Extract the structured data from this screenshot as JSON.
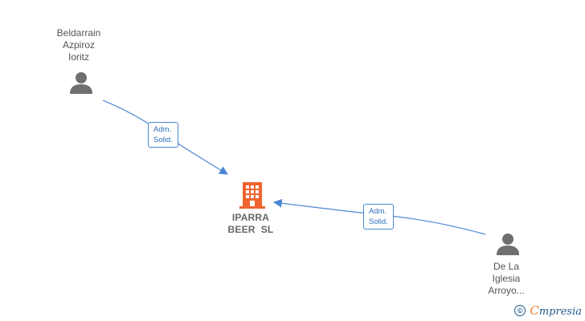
{
  "people": [
    {
      "name_lines": [
        "Beldarrain",
        "Azpiroz",
        "Ioritz"
      ],
      "icon": "person-icon"
    },
    {
      "name_lines": [
        "De La",
        "Iglesia",
        "Arroyo..."
      ],
      "icon": "person-icon"
    }
  ],
  "company": {
    "name_lines": [
      "IPARRA",
      "BEER  SL"
    ],
    "icon": "building-icon"
  },
  "edges": [
    {
      "from": "Beldarrain Azpiroz Ioritz",
      "to": "IPARRA BEER SL",
      "label_lines": [
        "Adm.",
        "Solid."
      ]
    },
    {
      "from": "De La Iglesia Arroyo...",
      "to": "IPARRA BEER SL",
      "label_lines": [
        "Adm.",
        "Solid."
      ]
    }
  ],
  "watermark": {
    "symbol": "©",
    "brand_first": "C",
    "brand_rest": "mpresia"
  },
  "colors": {
    "person": "#6f6f6f",
    "company": "#f0642e",
    "edge": "#4a86d4",
    "brand": "#1f5a8c",
    "brand_accent": "#f07f32"
  }
}
